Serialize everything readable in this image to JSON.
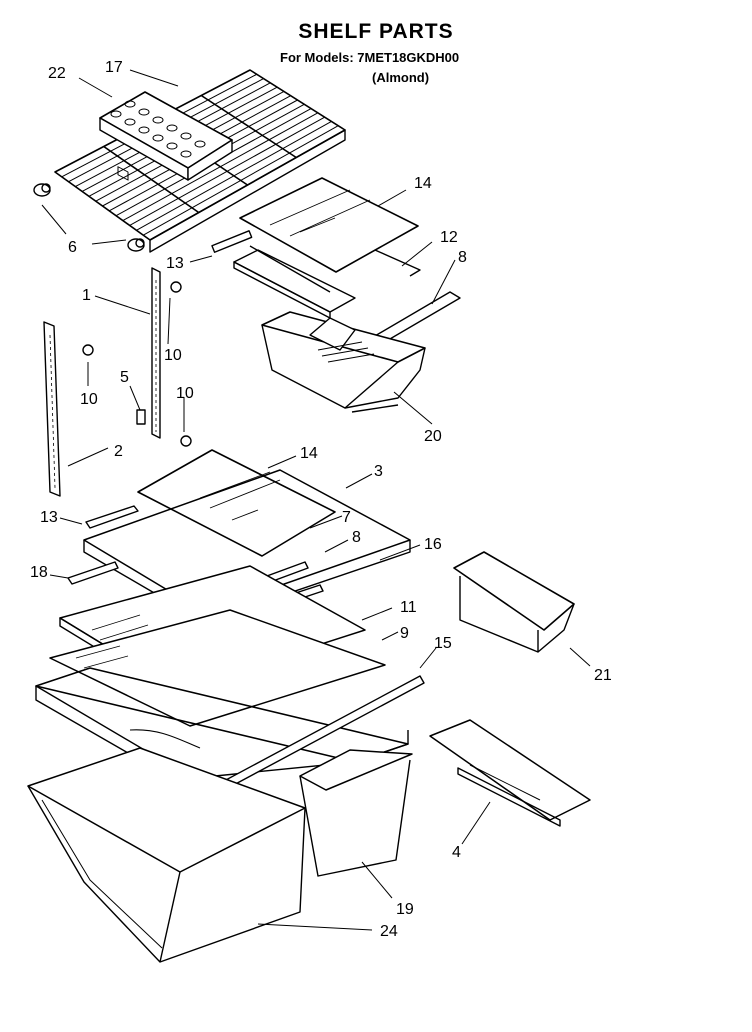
{
  "header": {
    "title": "SHELF PARTS",
    "models_line": "For Models: 7MET18GKDH00",
    "color_line": "(Almond)"
  },
  "callouts": [
    {
      "id": "c22",
      "text": "22"
    },
    {
      "id": "c17",
      "text": "17"
    },
    {
      "id": "c6",
      "text": "6"
    },
    {
      "id": "c14a",
      "text": "14"
    },
    {
      "id": "c12",
      "text": "12"
    },
    {
      "id": "c13a",
      "text": "13"
    },
    {
      "id": "c8a",
      "text": "8"
    },
    {
      "id": "c1",
      "text": "1"
    },
    {
      "id": "c10a",
      "text": "10"
    },
    {
      "id": "c10b",
      "text": "10"
    },
    {
      "id": "c5",
      "text": "5"
    },
    {
      "id": "c10c",
      "text": "10"
    },
    {
      "id": "c20",
      "text": "20"
    },
    {
      "id": "c2",
      "text": "2"
    },
    {
      "id": "c14b",
      "text": "14"
    },
    {
      "id": "c3",
      "text": "3"
    },
    {
      "id": "c13b",
      "text": "13"
    },
    {
      "id": "c7",
      "text": "7"
    },
    {
      "id": "c8b",
      "text": "8"
    },
    {
      "id": "c16",
      "text": "16"
    },
    {
      "id": "c18",
      "text": "18"
    },
    {
      "id": "c11",
      "text": "11"
    },
    {
      "id": "c9",
      "text": "9"
    },
    {
      "id": "c15",
      "text": "15"
    },
    {
      "id": "c21",
      "text": "21"
    },
    {
      "id": "c4",
      "text": "4"
    },
    {
      "id": "c19",
      "text": "19"
    },
    {
      "id": "c24",
      "text": "24"
    }
  ]
}
